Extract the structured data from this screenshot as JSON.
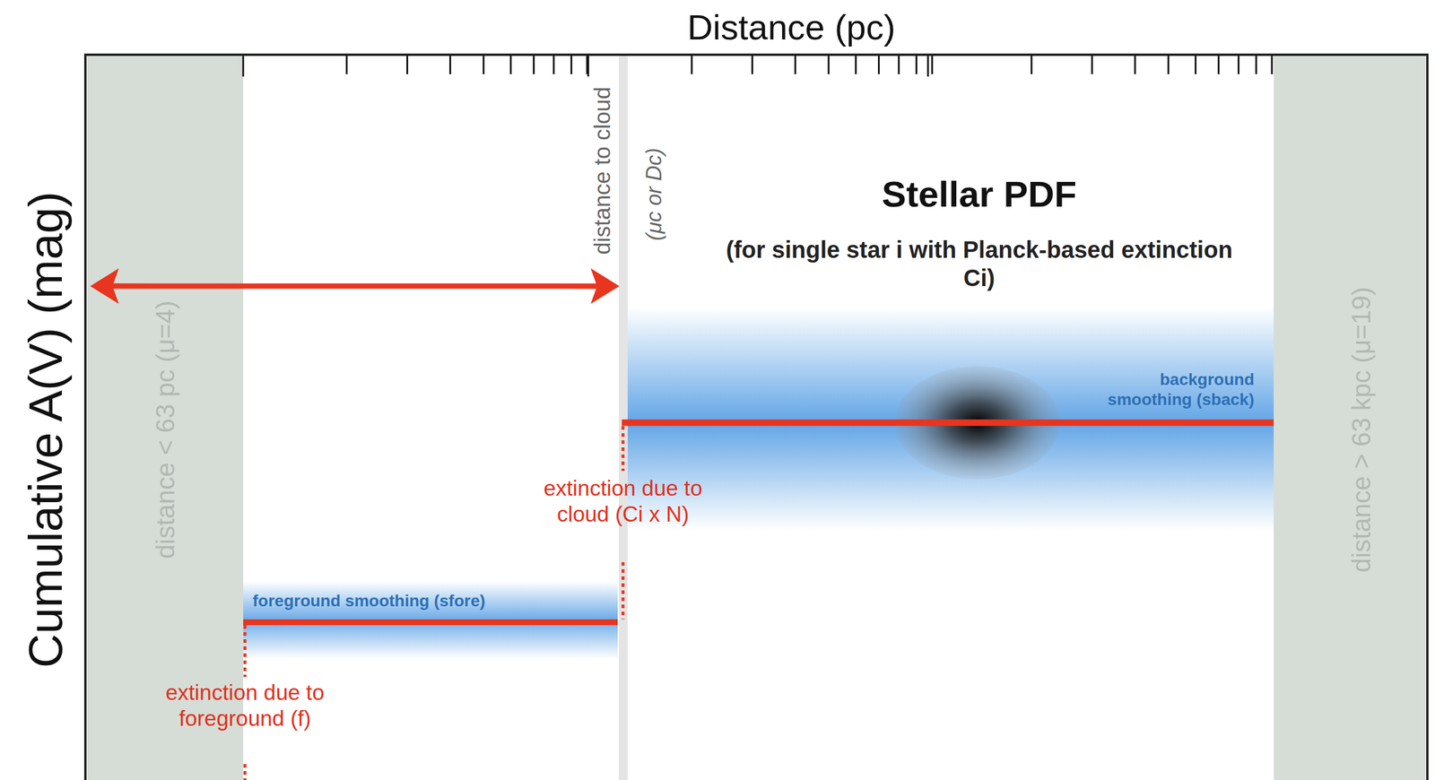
{
  "diagram": {
    "labels": [
      "Distance (pc)",
      "Cumulative A(V) (mag)",
      "distance < 63 pc (μ=4)",
      "distance > 63 kpc (μ=19)",
      "distance to cloud",
      "(μc or Dc)",
      "Stellar PDF",
      "(for single star i with Planck-based extinction Ci)",
      "background smoothing (sback)",
      "extinction due to cloud (Ci x N)",
      "foreground smoothing (sfore)",
      "extinction due to foreground (f)"
    ]
  }
}
